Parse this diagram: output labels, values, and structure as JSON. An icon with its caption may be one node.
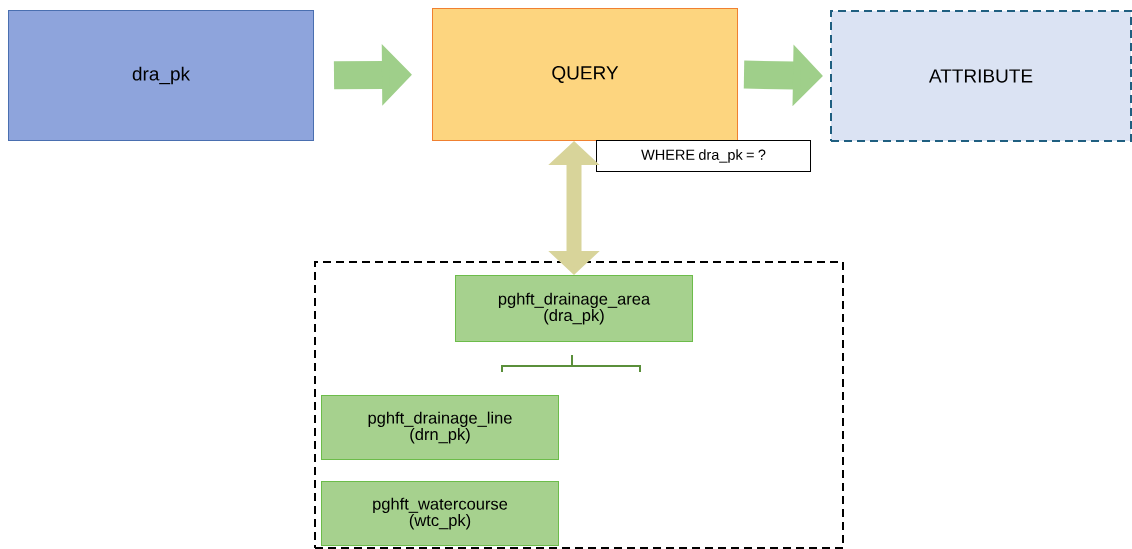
{
  "diagram": {
    "nodes": [
      {
        "text": [
          "dra_pk"
        ]
      },
      {
        "text": [
          "QUERY"
        ]
      },
      {
        "text": [
          "ATTRIBUTE"
        ]
      },
      {
        "text": [
          "WHERE dra_pk = ?"
        ]
      },
      {
        "text": [],
        "shape": "box"
      },
      {
        "text": [
          "pghft_drainage_area (dra_pk)"
        ],
        "in": 4
      },
      {
        "text": [
          "pghft_drainage_line (drn_pk)"
        ],
        "in": 4
      },
      {
        "text": [
          "pghft_watercourse (wtc_pk)"
        ],
        "in": 4
      }
    ],
    "edges": [
      {
        "from": 0,
        "to": 1,
        "arrow": "to"
      },
      {
        "from": 1,
        "to": 2,
        "arrow": "to"
      },
      {
        "from": 1,
        "to": 5,
        "arrow": "both"
      }
    ]
  }
}
